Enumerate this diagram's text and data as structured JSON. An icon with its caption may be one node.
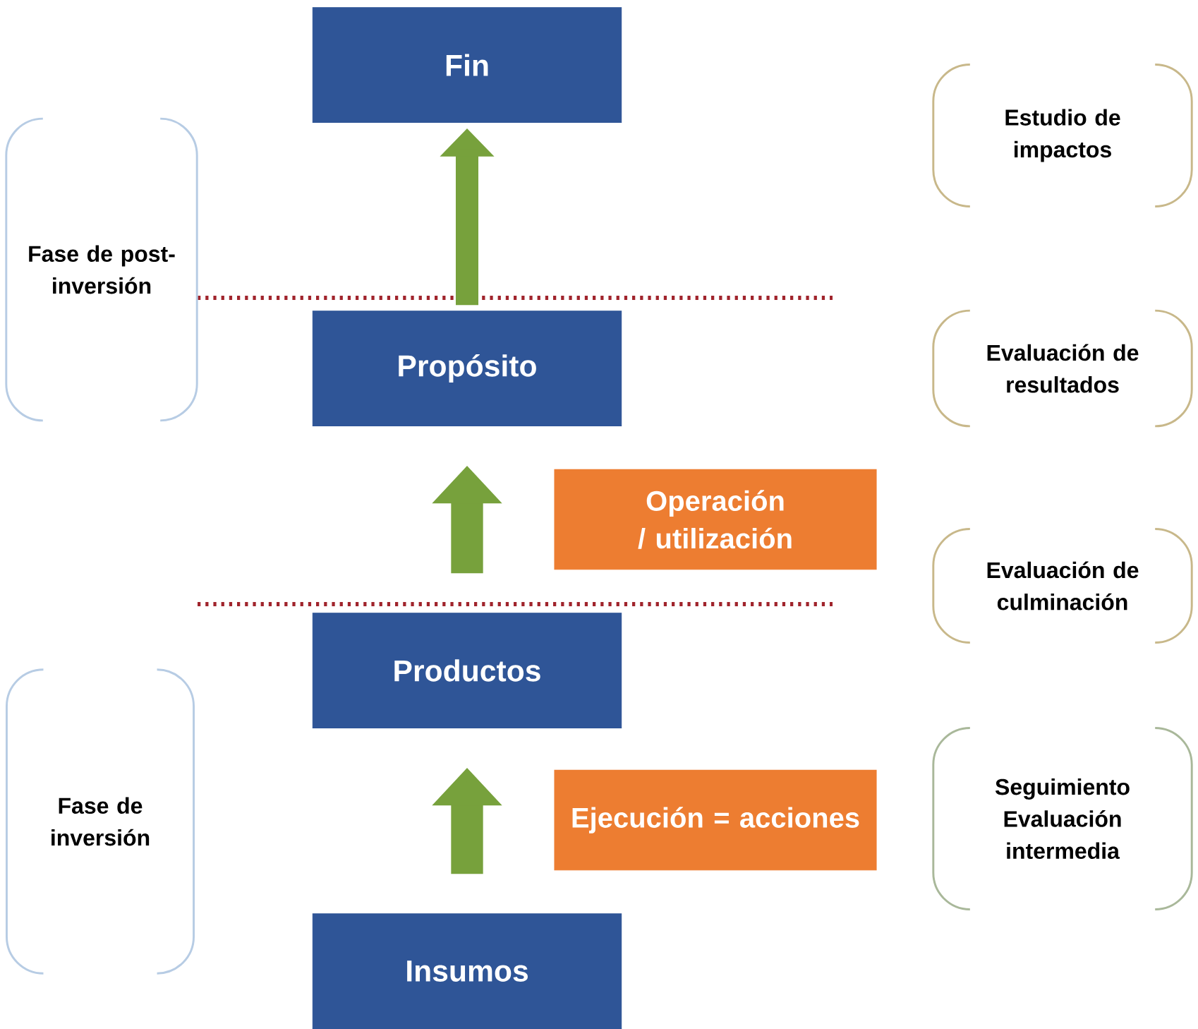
{
  "diagram": {
    "nodes": [
      {
        "text": [
          "Fin"
        ]
      },
      {
        "text": [
          "Propósito"
        ]
      },
      {
        "text": [
          "Productos"
        ]
      },
      {
        "text": [
          "Insumos"
        ]
      },
      {
        "text": [
          "Operación / utilización"
        ]
      },
      {
        "text": [
          "Ejecución = acciones"
        ]
      },
      {
        "text": [
          "Fase de post-inversión"
        ]
      },
      {
        "text": [
          "Fase de inversión"
        ]
      },
      {
        "text": [
          "Estudio de impactos"
        ]
      },
      {
        "text": [
          "Evaluación de resultados"
        ]
      },
      {
        "text": [
          "Evaluación de culminación"
        ]
      },
      {
        "text": [
          "Seguimiento Evaluación intermedia"
        ]
      }
    ],
    "edges": [
      {
        "from": 3,
        "to": 2,
        "arrow": "to"
      },
      {
        "from": 2,
        "to": 1,
        "arrow": "to"
      },
      {
        "from": 1,
        "to": 0,
        "arrow": "to"
      }
    ]
  }
}
